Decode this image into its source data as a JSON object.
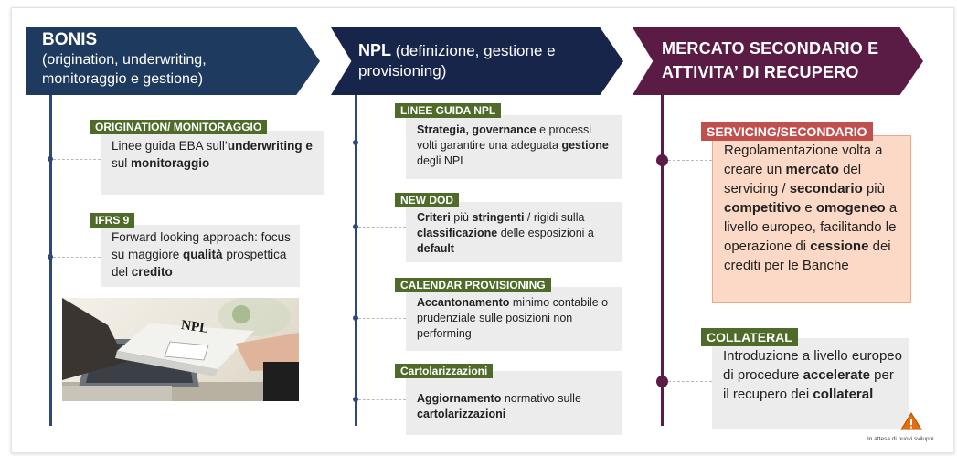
{
  "columns": {
    "bonis": {
      "title": "BONIS",
      "subtitle": "(origination, underwriting, monitoraggio e gestione)"
    },
    "npl": {
      "title": "NPL",
      "subtitle": "(definizione, gestione e provisioning)"
    },
    "mercato": {
      "title_line1": "MERCATO SECONDARIO E",
      "title_line2": "ATTIVITA’ DI RECUPERO"
    }
  },
  "bonis_items": [
    {
      "tag": "ORIGINATION/ MONITORAGGIO",
      "parts": [
        {
          "t": "Linee guida EBA sull’",
          "b": false
        },
        {
          "t": "underwriting e",
          "b": true
        },
        {
          "t": " sul ",
          "b": false
        },
        {
          "t": "monitoraggio",
          "b": true
        }
      ]
    },
    {
      "tag": "IFRS 9",
      "parts": [
        {
          "t": "Forward looking approach: focus su maggiore ",
          "b": false
        },
        {
          "t": "qualità",
          "b": true
        },
        {
          "t": " prospettica del ",
          "b": false
        },
        {
          "t": "credito",
          "b": true
        }
      ]
    }
  ],
  "photo": {
    "binder_label": "NPL"
  },
  "npl_items": [
    {
      "tag": "LINEE GUIDA NPL",
      "parts": [
        {
          "t": "Strategia, governance",
          "b": true
        },
        {
          "t": " e processi volti garantire una adeguata ",
          "b": false
        },
        {
          "t": "gestione",
          "b": true
        },
        {
          "t": " degli NPL",
          "b": false
        }
      ]
    },
    {
      "tag": "NEW DOD",
      "parts": [
        {
          "t": "Criteri",
          "b": true
        },
        {
          "t": " più ",
          "b": false
        },
        {
          "t": "stringenti",
          "b": true
        },
        {
          "t": " / rigidi sulla ",
          "b": false
        },
        {
          "t": "classificazione",
          "b": true
        },
        {
          "t": " delle esposizioni a ",
          "b": false
        },
        {
          "t": "default",
          "b": true
        }
      ]
    },
    {
      "tag": "CALENDAR PROVISIONING",
      "parts": [
        {
          "t": "Accantonamento",
          "b": true
        },
        {
          "t": "  minimo contabile o prudenziale sulle posizioni non performing",
          "b": false
        }
      ]
    },
    {
      "tag": "Cartolarizzazioni",
      "parts": [
        {
          "t": "Aggiornamento",
          "b": true
        },
        {
          "t": " normativo sulle ",
          "b": false
        },
        {
          "t": "cartolarizzazioni",
          "b": true
        }
      ]
    }
  ],
  "mercato_items": [
    {
      "tag": "SERVICING/SECONDARIO",
      "parts": [
        {
          "t": "Regolamentazione volta a creare un ",
          "b": false
        },
        {
          "t": "mercato",
          "b": true
        },
        {
          "t": " del servicing / ",
          "b": false
        },
        {
          "t": "secondario",
          "b": true
        },
        {
          "t": " più ",
          "b": false
        },
        {
          "t": "competitivo",
          "b": true
        },
        {
          "t": " e ",
          "b": false
        },
        {
          "t": "omogeneo",
          "b": true
        },
        {
          "t": " a livello europeo, facilitando le operazione di ",
          "b": false
        },
        {
          "t": "cessione",
          "b": true
        },
        {
          "t": " dei crediti per le Banche",
          "b": false
        }
      ]
    },
    {
      "tag": "COLLATERAL",
      "parts": [
        {
          "t": "Introduzione a livello europeo di procedure ",
          "b": false
        },
        {
          "t": "accelerate",
          "b": true
        },
        {
          "t": " per il recupero dei ",
          "b": false
        },
        {
          "t": "collateral",
          "b": true
        }
      ]
    }
  ],
  "footer": {
    "note": "In attesa di nuovi sviluppi",
    "warning_icon": "warning-triangle-icon"
  },
  "colors": {
    "bonis": "#1f3a5f",
    "npl": "#17254a",
    "mercato": "#5a1b45",
    "tag_green": "#4f6b2a",
    "tag_red": "#c0504d",
    "warn": "#e46c0a"
  }
}
